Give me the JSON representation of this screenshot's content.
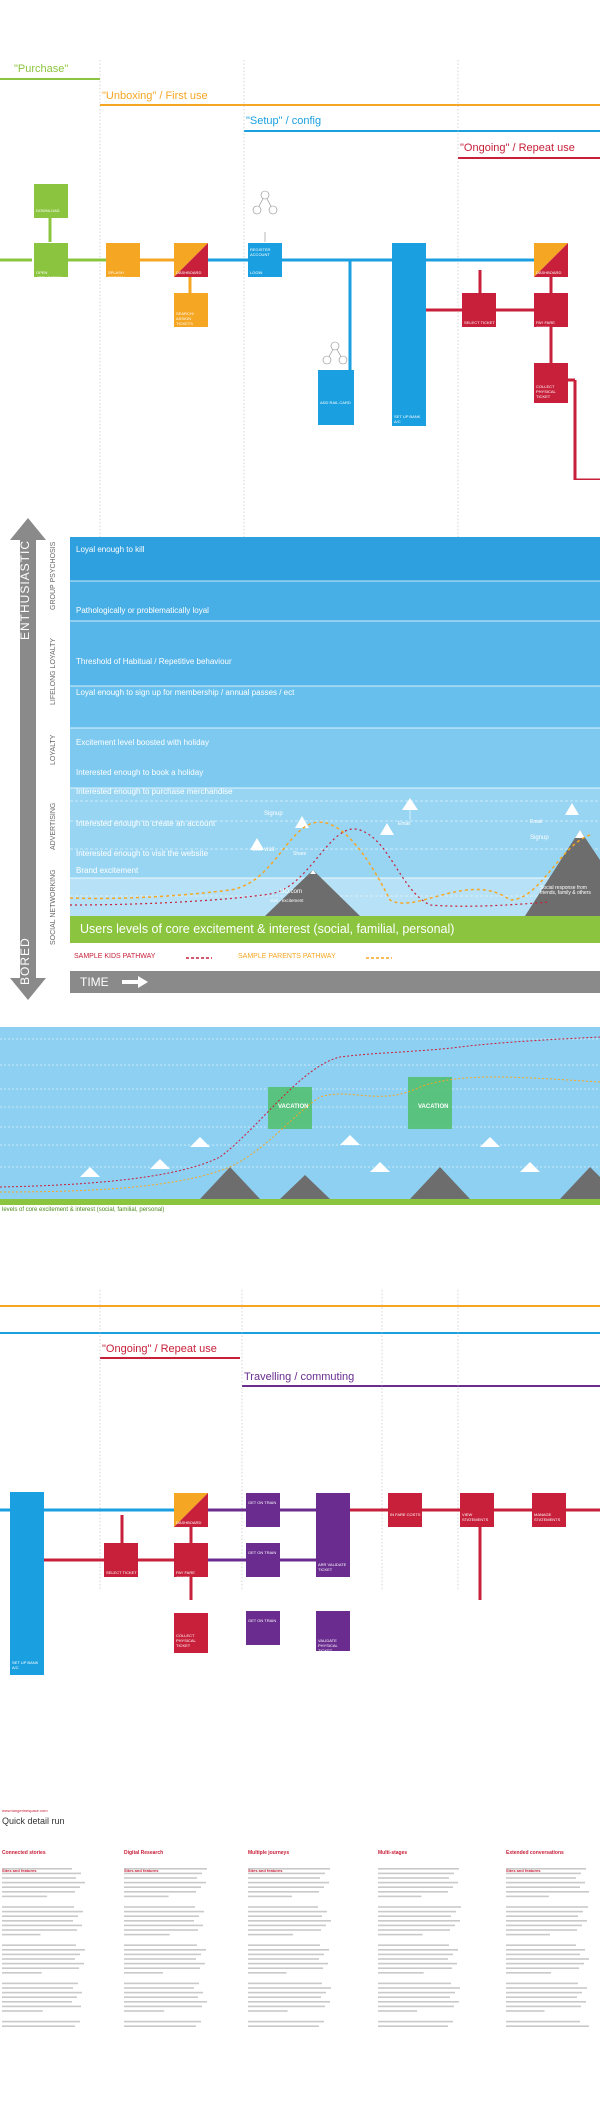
{
  "top_journey": {
    "phases": [
      {
        "label": "\"Purchase\"",
        "color": "#8bc53f"
      },
      {
        "label": "\"Unboxing\" / First use",
        "color": "#f5a623"
      },
      {
        "label": "\"Setup\" / config",
        "color": "#1a9fe0"
      },
      {
        "label": "\"Ongoing\" / Repeat use",
        "color": "#c8203a"
      }
    ],
    "steps": {
      "download": "DOWNLOAD",
      "open_application": "OPEN APPLICATION",
      "splash_screen": "SPLASH SCREEN",
      "dashboard": "DASHBOARD",
      "search_assign_tickets": "SEARCH/ ASSIGN TICKETS",
      "register_account": "REGISTER ACCOUNT",
      "login": "LOGIN",
      "add_rail_card": "ADD RAIL CARD",
      "set_up_bank": "SET UP BANK A/C",
      "select_ticket": "SELECT TICKET",
      "dashboard_2": "DASHBOARD",
      "pay_fare_costs": "PAY FARE COSTS",
      "collect_physical_ticket": "COLLECT PHYSICAL TICKET"
    }
  },
  "engagement_chart": {
    "axis_top": "ENTHUSIASTIC",
    "axis_bottom": "BORED",
    "groups": [
      "GROUP PSYCHOSIS",
      "LIFELONG LOYALTY",
      "LOYALTY",
      "ADVERTISING",
      "SOCIAL NETWORKING"
    ],
    "levels": [
      "Loyal enough to kill",
      "Pathologically or problematically loyal",
      "Threshold of Habitual / Repetitive behaviour",
      "Loyal enough to sign up for membership / annual passes / ect",
      "Excitement level boosted with holiday",
      "Interested enough to book a holiday",
      "Interested enough to purchase merchandise",
      "Interested enough to create an account",
      "Interested enough to visit the website",
      "Brand excitement"
    ],
    "annotations": {
      "signup": "Signup",
      "site_visit": "Site visit",
      "share": "Share",
      "email": "Email",
      "email_2": "Email",
      "signup_2": "Signup",
      "uo_com": "UO.com",
      "visit_excitement": "visit - excitement",
      "social_response": "Social response from friends, family & others"
    },
    "banner": "Users levels of core excitement & interest (social, familial, personal)",
    "legend_kids": "SAMPLE KIDS PATHWAY",
    "legend_parents": "SAMPLE PARENTS PATHWAY",
    "time": "TIME"
  },
  "mini_chart": {
    "vacation_1": "VACATION",
    "vacation_2": "VACATION",
    "banner": "levels of core excitement & interest (social, familial, personal)"
  },
  "bottom_journey": {
    "phase_ongoing": "\"Ongoing\" / Repeat use",
    "phase_travel": "Travelling / commuting",
    "steps": {
      "set_up_bank": "SET UP BANK A/C",
      "select_ticket": "SELECT TICKET",
      "dashboard": "DASHBOARD",
      "pay_fare_costs": "PAY FARE COSTS",
      "collect_physical_ticket": "COLLECT PHYSICAL TICKET",
      "get_on_train_1": "GET ON TRAIN",
      "get_on_train_2": "GET ON TRAIN",
      "get_on_train_3": "GET ON TRAIN",
      "arr_validate_ticket": "ARR VALIDATE TICKET",
      "validate_physical_ticket": "VALIDATE PHYSICAL TICKET",
      "in_fare_costs": "IN FARE COSTS",
      "view_statements": "VIEW STATEMENTS",
      "manage_statements": "MANAGE STATEMENTS"
    }
  },
  "footer": {
    "url": "www.tangerinespace.com",
    "title": "Quick detail run",
    "columns": [
      {
        "title": "Connected stories",
        "sub": "Sites and features"
      },
      {
        "title": "Digital Research",
        "sub": "Sites and features"
      },
      {
        "title": "Multiple journeys",
        "sub": "Sites and features"
      },
      {
        "title": "Multi-stages",
        "sub": ""
      },
      {
        "title": "Extended conversations",
        "sub": "Sites and features"
      }
    ]
  },
  "colors": {
    "green": "#8bc53f",
    "orange": "#f5a623",
    "blue": "#1a9fe0",
    "red": "#c8203a",
    "purple": "#6a2c8f",
    "dark_blue": "#0b78c2",
    "gray": "#8a8a8a"
  }
}
